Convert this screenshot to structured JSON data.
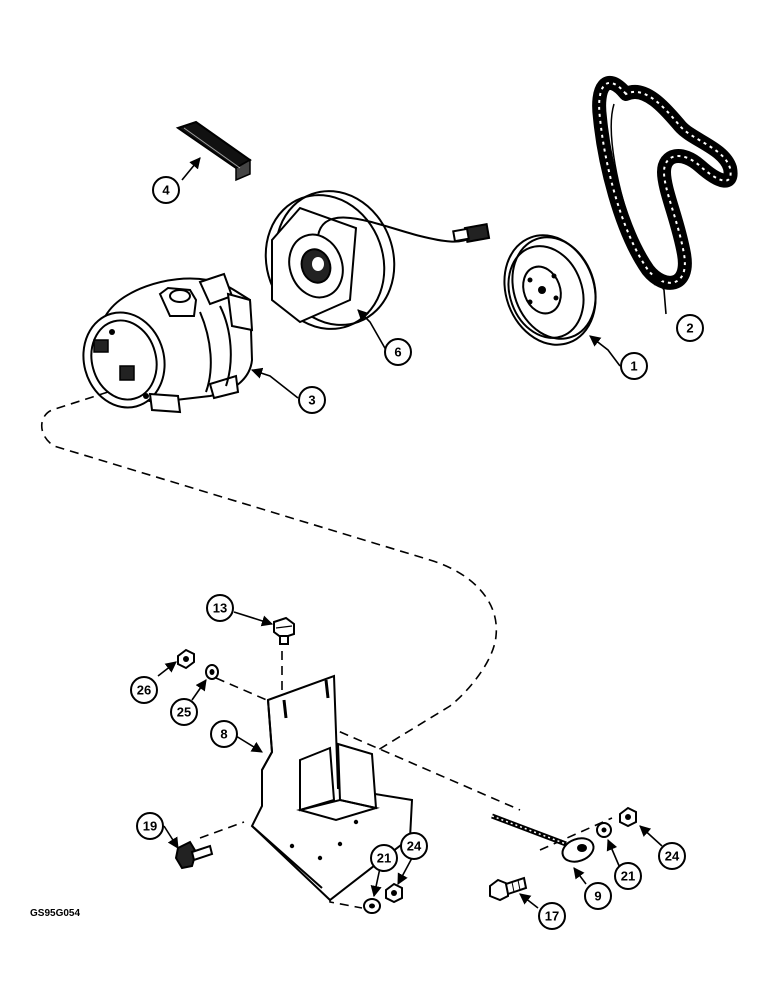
{
  "diagram": {
    "drawing_code": "GS95G054",
    "callouts": [
      {
        "id": "c1",
        "label": "1"
      },
      {
        "id": "c2",
        "label": "2"
      },
      {
        "id": "c3",
        "label": "3"
      },
      {
        "id": "c4",
        "label": "4"
      },
      {
        "id": "c6",
        "label": "6"
      },
      {
        "id": "c8",
        "label": "8"
      },
      {
        "id": "c9",
        "label": "9"
      },
      {
        "id": "c13",
        "label": "13"
      },
      {
        "id": "c17",
        "label": "17"
      },
      {
        "id": "c19",
        "label": "19"
      },
      {
        "id": "c21a",
        "label": "21"
      },
      {
        "id": "c21b",
        "label": "21"
      },
      {
        "id": "c24a",
        "label": "24"
      },
      {
        "id": "c24b",
        "label": "24"
      },
      {
        "id": "c25",
        "label": "25"
      },
      {
        "id": "c26",
        "label": "26"
      }
    ]
  }
}
